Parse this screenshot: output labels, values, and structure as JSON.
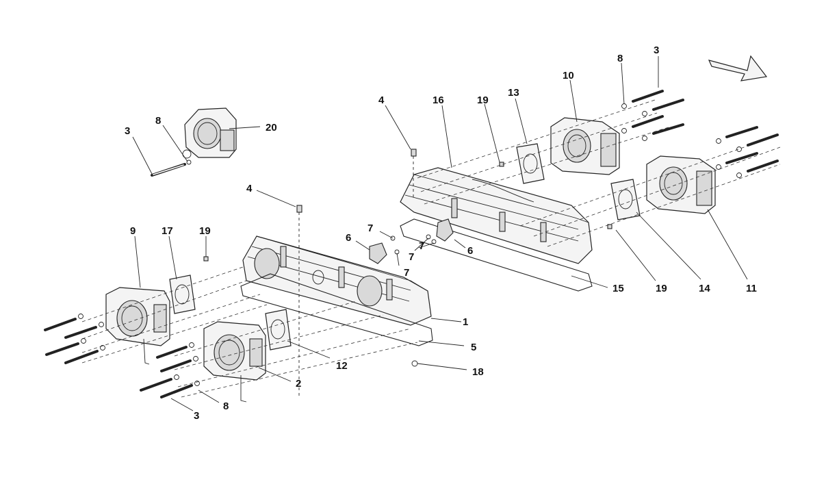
{
  "callouts": [
    "1",
    "2",
    "3",
    "3",
    "3",
    "4",
    "4",
    "5",
    "6",
    "6",
    "7",
    "7",
    "7",
    "7",
    "8",
    "8",
    "8",
    "9",
    "10",
    "11",
    "12",
    "13",
    "14",
    "15",
    "16",
    "17",
    "18",
    "19",
    "19",
    "19",
    "20"
  ]
}
